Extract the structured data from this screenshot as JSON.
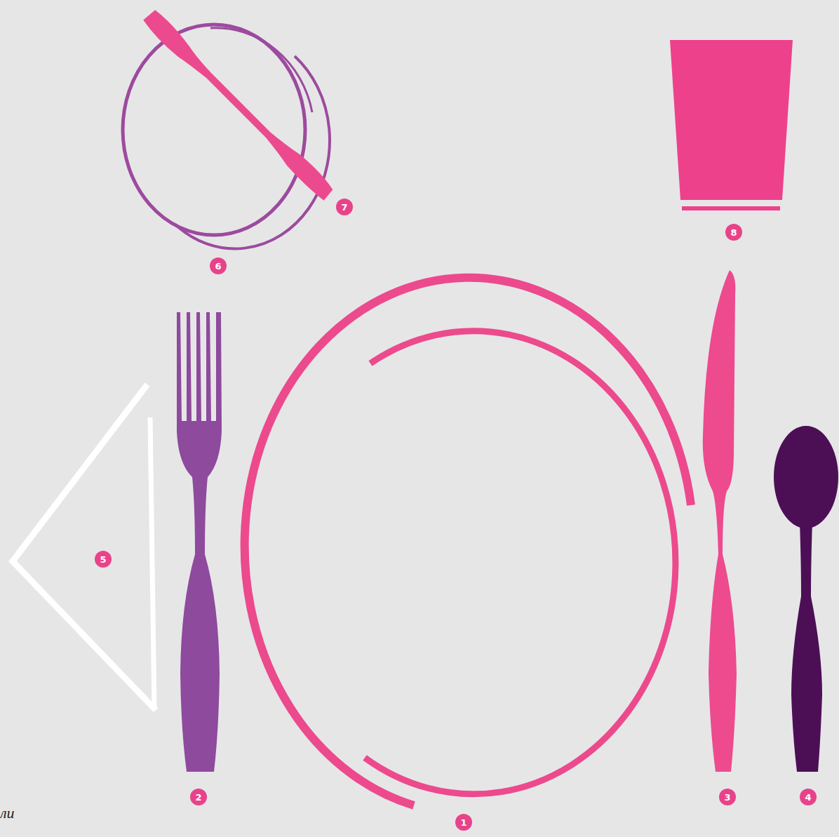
{
  "diagram": {
    "labels": [
      "7",
      "8",
      "6",
      "5",
      "2",
      "3",
      "4",
      "1",
      "ли"
    ]
  }
}
